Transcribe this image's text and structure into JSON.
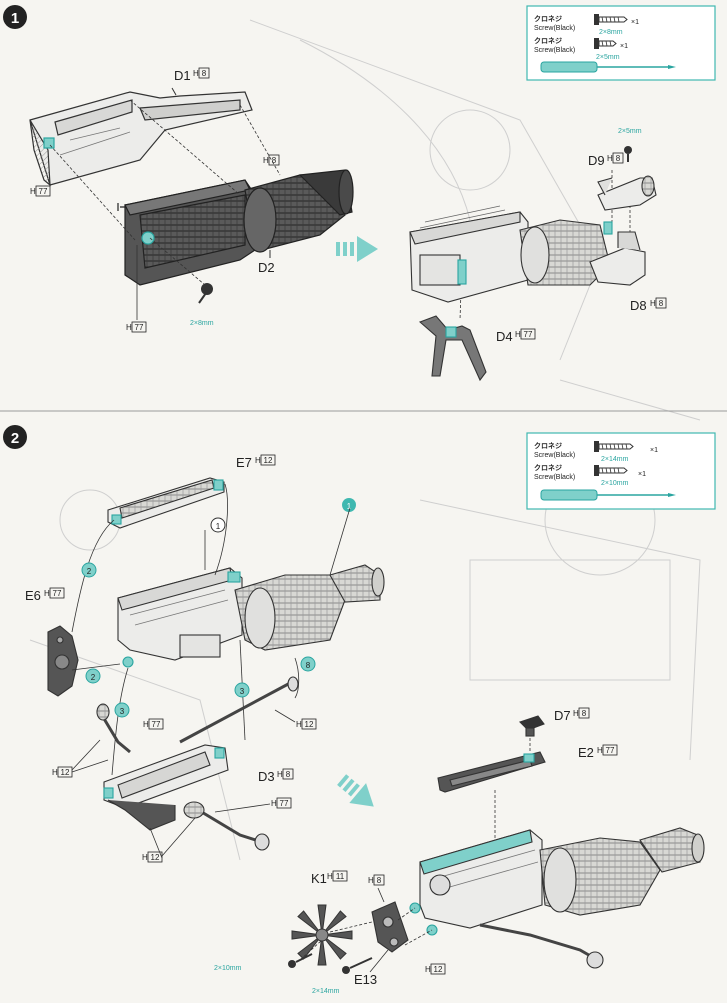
{
  "colors": {
    "accent": "#3fb8b0",
    "ink": "#2a2a2a",
    "paper": "#f6f5f1",
    "ghost": "#c9c9c9"
  },
  "step1": {
    "number": "1",
    "screw_box": {
      "rows": [
        {
          "jp": "クロネジ",
          "en": "Screw(Black)",
          "size": "2×8mm",
          "qty": "×1"
        },
        {
          "jp": "クロネジ",
          "en": "Screw(Black)",
          "size": "2×5mm",
          "qty": "×1"
        }
      ]
    },
    "labels": {
      "d1": "D1",
      "d1_h": "H",
      "d1_hn": "8",
      "h8": "H",
      "h8n": "8",
      "h77a": "H",
      "h77an": "77",
      "h77b": "H",
      "h77bn": "77",
      "d2": "D2",
      "screw_2x8": "2×8mm",
      "screw_2x5": "2×5mm",
      "d9": "D9",
      "d9_h": "H",
      "d9_hn": "8",
      "d8": "D8",
      "d8_h": "H",
      "d8_hn": "8",
      "d4": "D4",
      "d4_h": "H",
      "d4_hn": "77"
    }
  },
  "step2": {
    "number": "2",
    "screw_box": {
      "rows": [
        {
          "jp": "クロネジ",
          "en": "Screw(Black)",
          "size": "2×14mm",
          "qty": "×1"
        },
        {
          "jp": "クロネジ",
          "en": "Screw(Black)",
          "size": "2×10mm",
          "qty": "×1"
        }
      ]
    },
    "labels": {
      "e7": "E7",
      "e7_h": "H",
      "e7_hn": "12",
      "e6": "E6",
      "e6_h": "H",
      "e6_hn": "77",
      "circ1": "1",
      "circ1b": "1",
      "circ2a": "2",
      "circ2b": "2",
      "circ3a": "3",
      "circ3b": "3",
      "circ8": "8",
      "h77c": "H",
      "h77cn": "77",
      "h12a": "H",
      "h12an": "12",
      "h12b": "H",
      "h12bn": "12",
      "d3": "D3",
      "d3_h": "H",
      "d3_hn": "8",
      "h77d": "H",
      "h77dn": "77",
      "h12c": "H",
      "h12cn": "12",
      "d7": "D7",
      "d7_h": "H",
      "d7_hn": "8",
      "e2": "E2",
      "e2_h": "H",
      "e2_hn": "77",
      "k1": "K1",
      "k1_h": "H",
      "k1_hn": "11",
      "h8b": "H",
      "h8bn": "8",
      "e13": "E13",
      "h12d": "H",
      "h12dn": "12",
      "screw_2x10": "2×10mm",
      "screw_2x14": "2×14mm"
    }
  }
}
